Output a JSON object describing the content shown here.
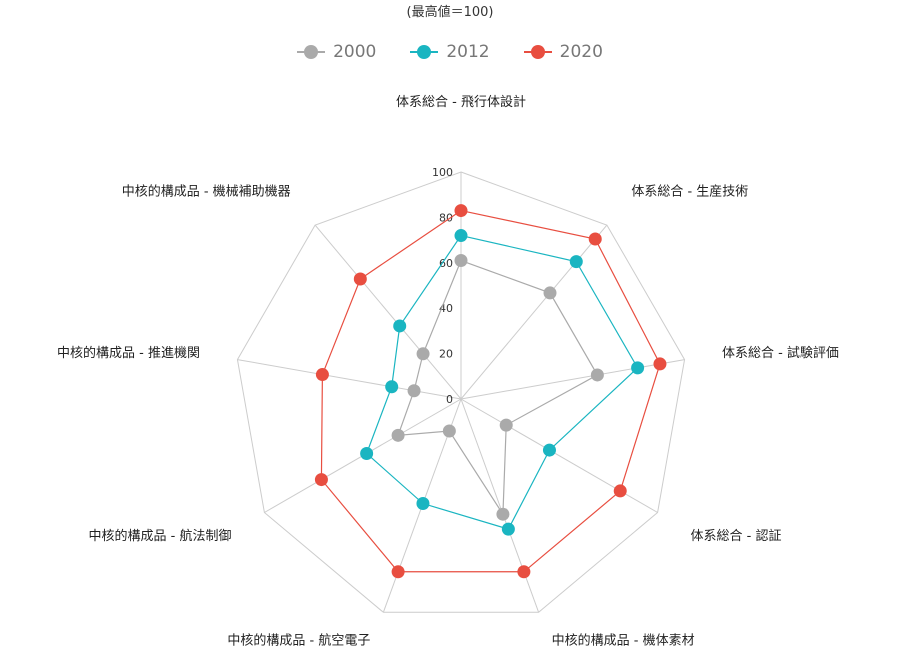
{
  "chart_data": {
    "type": "radar",
    "subtitle": "(最高値＝100)",
    "axes": [
      "体系総合 - 飛行体設計",
      "体系総合 - 生産技術",
      "体系総合 - 試験評価",
      "体系総合 - 認証",
      "中核的構成品 - 機体素材",
      "中核的構成品 - 航空電子",
      "中核的構成品 - 航法制御",
      "中核的構成品 - 推進機関",
      "中核的構成品 - 機械補助機器"
    ],
    "r_ticks": [
      "0",
      "20",
      "40",
      "60",
      "80",
      "100"
    ],
    "rlim": [
      0,
      100
    ],
    "grid": true,
    "legend_position": "top-center",
    "series": [
      {
        "name": "2000",
        "color": "#aaaaaa",
        "values": [
          61,
          61,
          61,
          23,
          54,
          15,
          32,
          21,
          26
        ]
      },
      {
        "name": "2012",
        "color": "#1ab5c1",
        "values": [
          72,
          79,
          79,
          45,
          61,
          49,
          48,
          31,
          42
        ]
      },
      {
        "name": "2020",
        "color": "#e84e40",
        "values": [
          83,
          92,
          89,
          81,
          81,
          81,
          71,
          62,
          69
        ]
      }
    ]
  }
}
